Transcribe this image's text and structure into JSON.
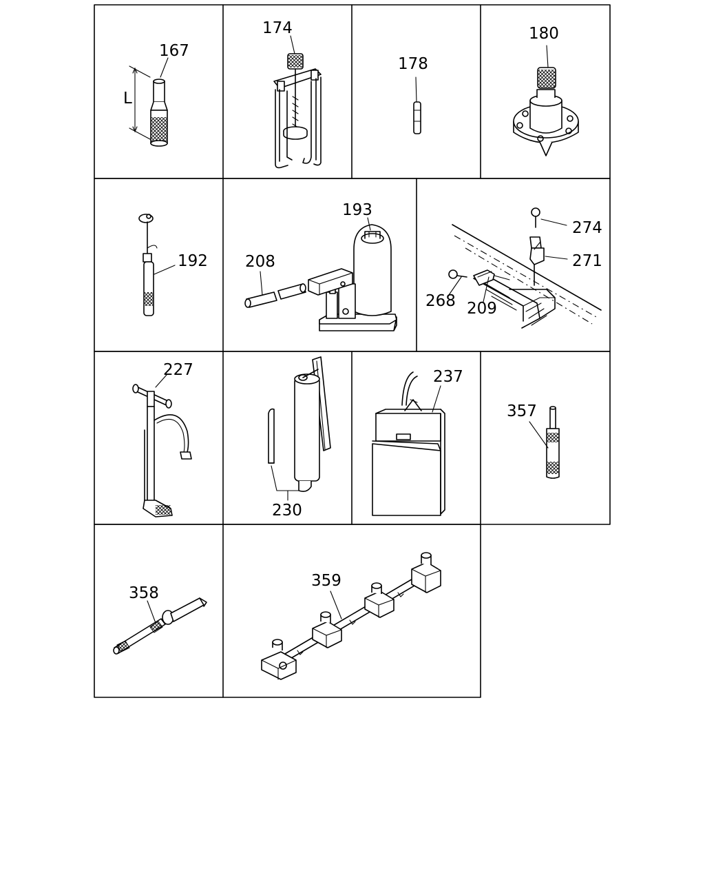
{
  "callouts": {
    "p167": "167",
    "dim_L": "L",
    "p174": "174",
    "p178": "178",
    "p180": "180",
    "p192": "192",
    "p193": "193",
    "p208": "208",
    "p274": "274",
    "p271": "271",
    "p268": "268",
    "p209": "209",
    "p227": "227",
    "p230": "230",
    "p237": "237",
    "p357": "357",
    "p358": "358",
    "p359": "359"
  }
}
